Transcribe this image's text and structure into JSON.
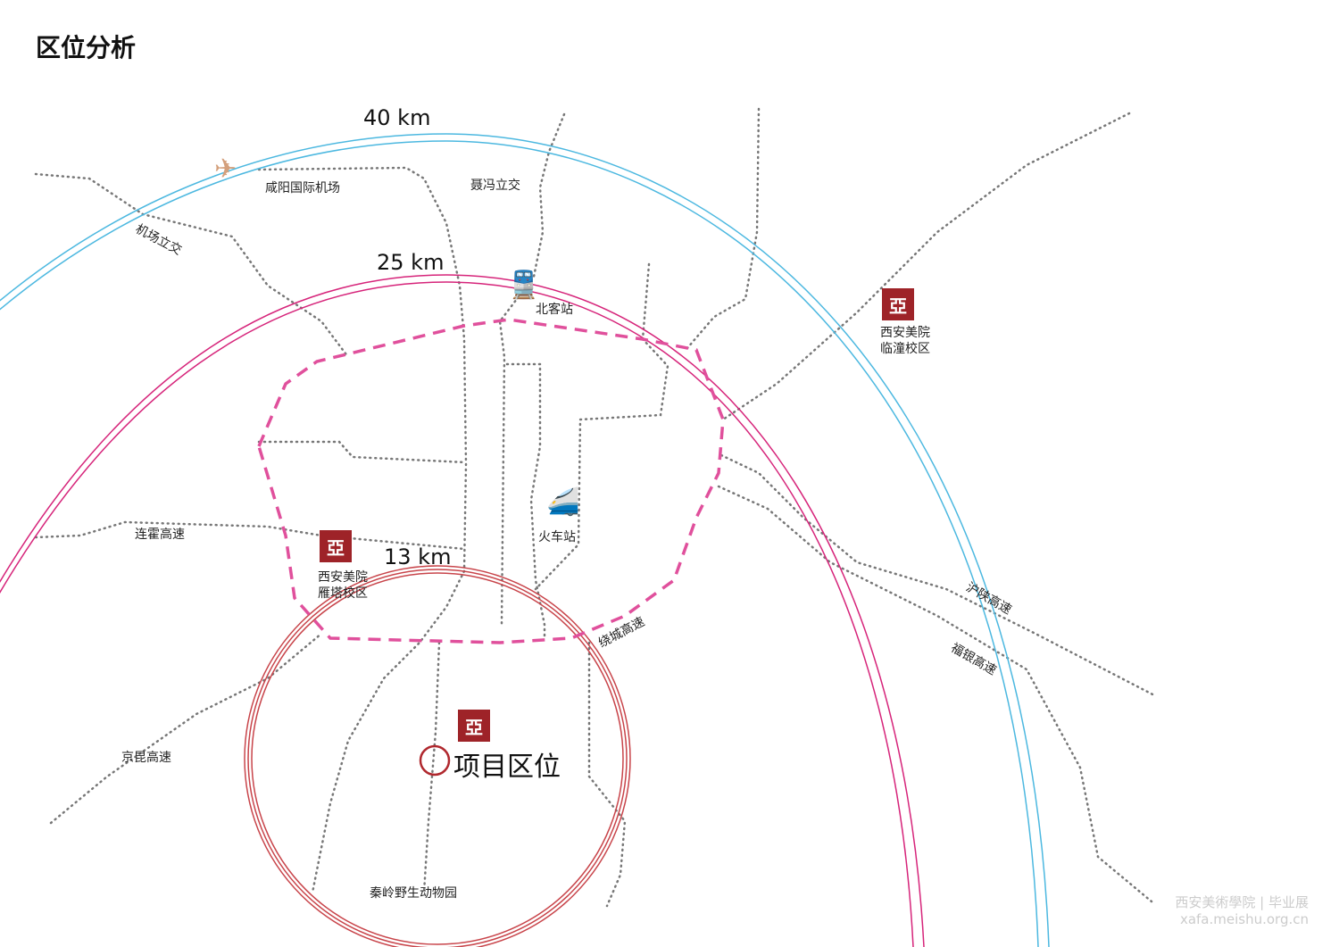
{
  "title": "区位分析",
  "rings": [
    {
      "label": "40 km",
      "color": "#4cb8e0"
    },
    {
      "label": "25 km",
      "color": "#d6247a"
    },
    {
      "label": "13 km",
      "color": "#c8444a"
    }
  ],
  "boundary_color": "#e0509c",
  "places": {
    "airport": "咸阳国际机场",
    "north_station": "北客站",
    "railway_station": "火车站",
    "campus_yanta": [
      "西安美院",
      "雁塔校区"
    ],
    "campus_lintong": [
      "西安美院",
      "临潼校区"
    ],
    "project": "项目区位",
    "zoo": "秦岭野生动物园"
  },
  "roads": {
    "airport_interchange": "机场立交",
    "niefeng": "聂冯立交",
    "lianhuo": "连霍高速",
    "huoshan": "沪陕高速",
    "fuyin": "福银高速",
    "raocheng": "绕城高速",
    "jingkun": "京昆高速"
  },
  "icons": {
    "airport": "airplane-icon",
    "train": "train-icon",
    "seal": "seal-logo"
  },
  "watermark": {
    "line1": "西安美術學院 | 毕业展",
    "line2": "xafa.meishu.org.cn"
  }
}
